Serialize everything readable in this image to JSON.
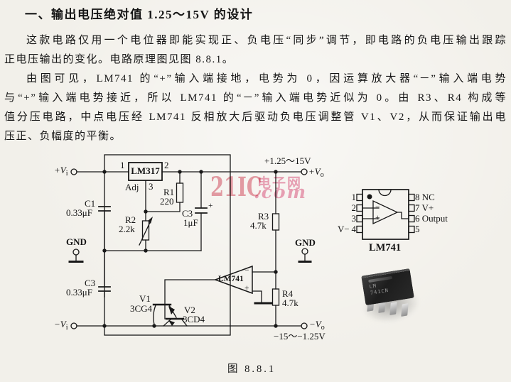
{
  "page": {
    "title": "一、输出电压绝对值 1.25～15V 的设计",
    "body_lines": [
      "这款电路仅用一个电位器即能实现正、负电压“同步”调节，即电路的负电压输出跟踪",
      "正电压输出的变化。电路原理图见图 8.8.1。",
      "由图可见，LM741 的“+”输入端接地，电势为 0，因运算放大器“－”输入端电势",
      "与“+”输入端电势接近，所以 LM741 的“－”输入端电势近似为 0。由 R3、R4 构成等",
      "值分压电路，中点电压经 LM741 反相放大后驱动负电压调整管 V1、V2，从而保证输出电",
      "压正、负幅度的平衡。"
    ],
    "caption": "图 8.8.1"
  },
  "watermark": {
    "brand": "21IC",
    "cjk": "电子网",
    "com": ".com"
  },
  "circuit": {
    "regulator": "LM317",
    "pin1": "1",
    "pin2": "2",
    "pin3": "3",
    "adj": "Adj",
    "r1": "R1",
    "r1_value": "220",
    "r2": "R2",
    "r2_value": "2.2k",
    "r3": "R3",
    "r3_value": "4.7k",
    "r4": "R4",
    "r4_value": "4.7k",
    "c1": "C1",
    "c1_value": "0.33μF",
    "c2": "C3",
    "c2_value": "1μF",
    "c2_polarity": "+",
    "c3": "C3",
    "c3_value": "0.33μF",
    "gnd_left": "GND",
    "gnd_right": "GND",
    "opamp": "LM741",
    "opamp_minus": "−",
    "opamp_plus": "+",
    "v1": "V1",
    "v1_type": "3CG4",
    "v2": "V2",
    "v2_type": "3CD4",
    "terminals": {
      "vin_plus": {
        "main": "+V",
        "sub": "i"
      },
      "vin_minus": {
        "main": "−V",
        "sub": "i"
      },
      "vout_plus": {
        "main": "+V",
        "sub": "o"
      },
      "vout_minus": {
        "main": "−V",
        "sub": "o"
      },
      "vout_plus_range": "+1.25～15V",
      "vout_minus_range": "−15～−1.25V"
    }
  },
  "pinout": {
    "left_pins": [
      "1",
      "2",
      "3",
      "4"
    ],
    "pin4_prefix": "V−",
    "right_pins": [
      "8 NC",
      "7 V+",
      "6 Output",
      "5"
    ],
    "chip_name": "LM741",
    "minus": "−",
    "plus": "+"
  },
  "chip_photo": {
    "line1": "LM",
    "line2": "741CN"
  },
  "colors": {
    "paper": "#f2f0ea",
    "ink": "#181818",
    "watermark_red": "#d94f63",
    "watermark_pink": "#e2688f"
  }
}
